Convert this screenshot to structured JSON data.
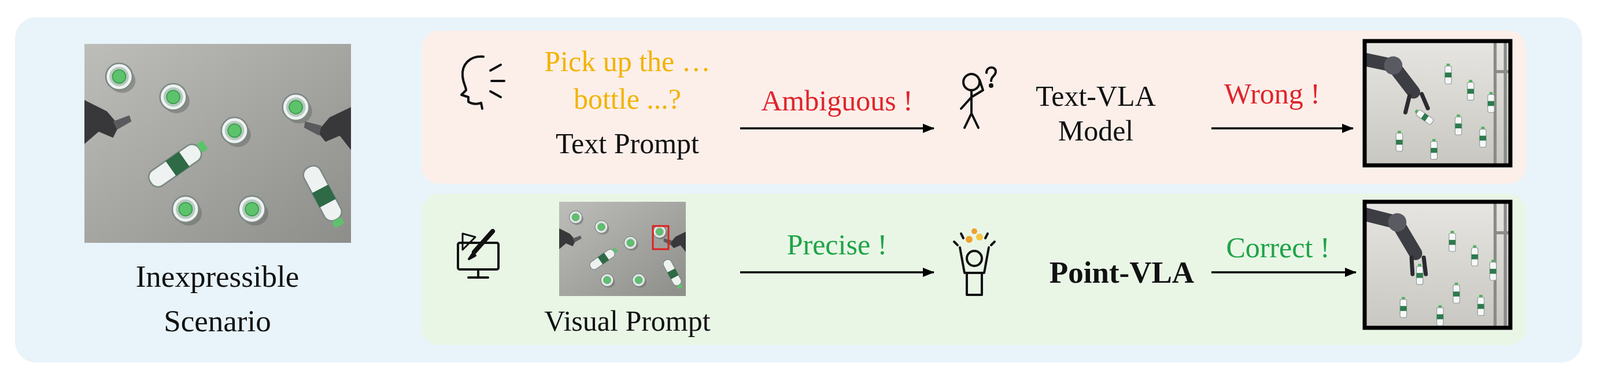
{
  "diagram": {
    "nodes": [
      {
        "text": [
          "Pick up the … bottle ...?",
          "Text Prompt"
        ]
      },
      {
        "text": [
          "Text-VLA Model"
        ]
      },
      {
        "text": [
          "Visual Prompt"
        ]
      },
      {
        "text": [
          "Point-VLA"
        ]
      }
    ],
    "edges": [
      {
        "from": 0,
        "to": 1,
        "arrow": "to",
        "label": "Ambiguous !"
      },
      {
        "from": 2,
        "to": 3,
        "arrow": "to",
        "label": "Precise !"
      }
    ],
    "labels": [
      "Inexpressible Scenario",
      "Wrong !",
      "Correct !"
    ]
  }
}
